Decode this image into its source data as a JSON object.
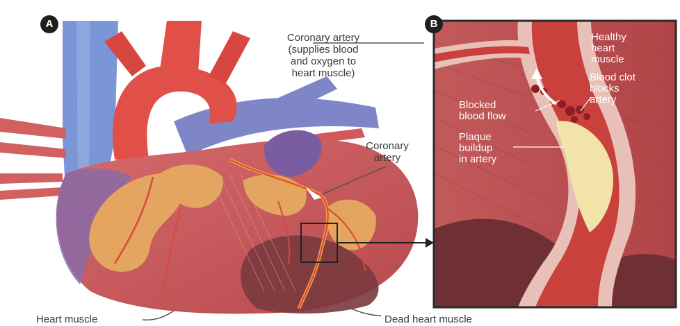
{
  "panels": {
    "a_label": "A",
    "b_label": "B"
  },
  "labels": {
    "coronary_artery_supply": [
      "Coronary artery",
      "(supplies blood",
      "and oxygen to",
      "heart muscle)"
    ],
    "coronary_artery": [
      "Coronary",
      "artery"
    ],
    "heart_muscle": "Heart muscle",
    "dead_heart_muscle": "Dead heart muscle",
    "healthy_heart_muscle": [
      "Healthy",
      "heart",
      "muscle"
    ],
    "blood_clot": [
      "Blood clot",
      "blocks",
      "artery"
    ],
    "blocked_blood_flow": [
      "Blocked",
      "blood flow"
    ],
    "plaque_buildup": [
      "Plaque",
      "buildup",
      "in artery"
    ]
  },
  "colors": {
    "heart_muscle": "#c9585a",
    "fat_tissue": "#e0a05a",
    "vein_blue": "#6f8fd0",
    "artery_red": "#d9483e",
    "dead_muscle": "#7a3a3e",
    "plaque": "#f2e4a8",
    "panel_b_bg": "#b54a4c",
    "panel_b_border": "#2a2a2a"
  }
}
